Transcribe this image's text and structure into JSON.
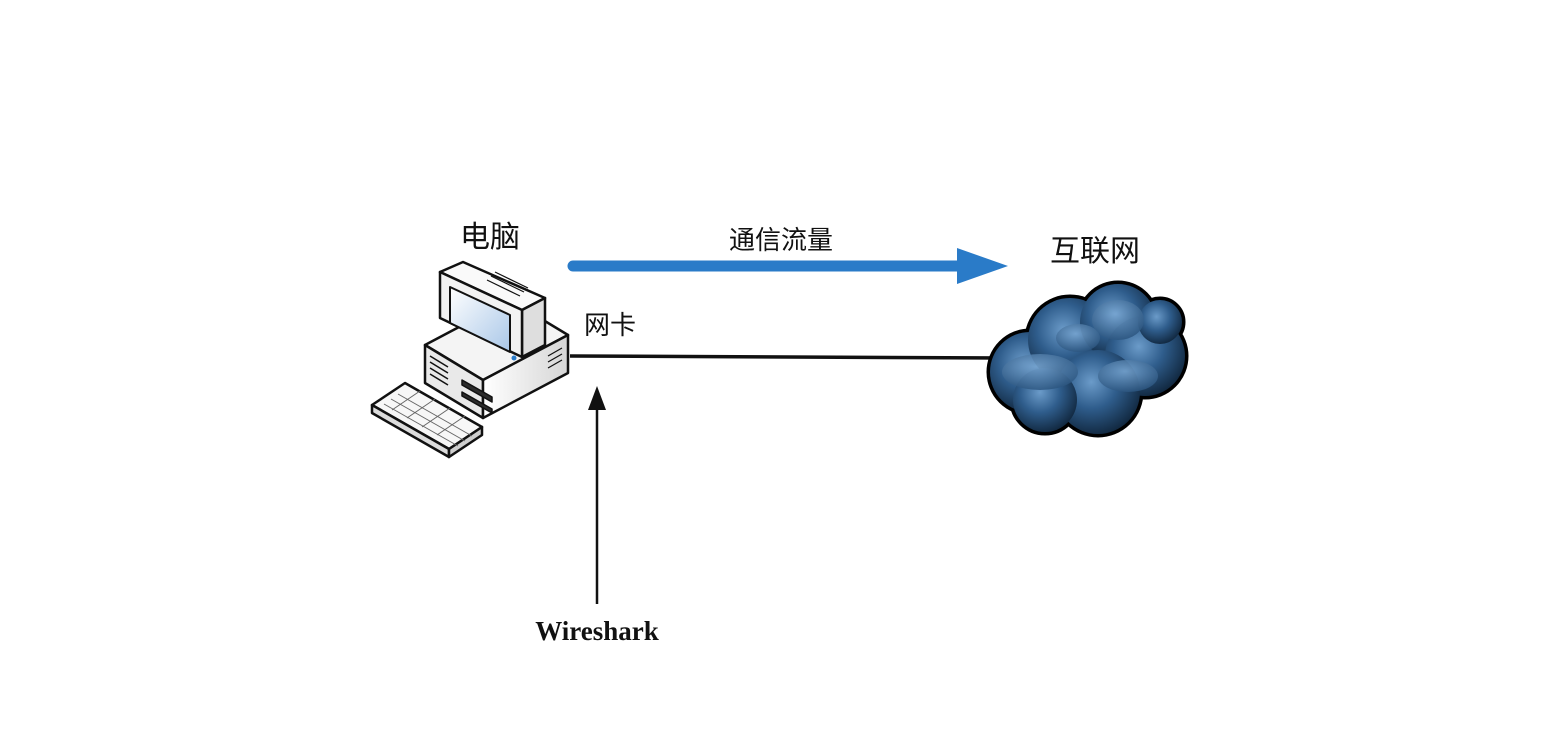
{
  "nodes": {
    "computer": {
      "label": "电脑",
      "icon": "desktop-computer-icon"
    },
    "internet": {
      "label": "互联网",
      "icon": "cloud-icon"
    },
    "nic": {
      "label": "网卡"
    },
    "wireshark": {
      "label": "Wireshark"
    }
  },
  "flows": {
    "traffic": {
      "label": "通信流量",
      "color": "#2a7bc8"
    }
  },
  "colors": {
    "line": "#111111",
    "cloud": "#3f6f9f"
  }
}
